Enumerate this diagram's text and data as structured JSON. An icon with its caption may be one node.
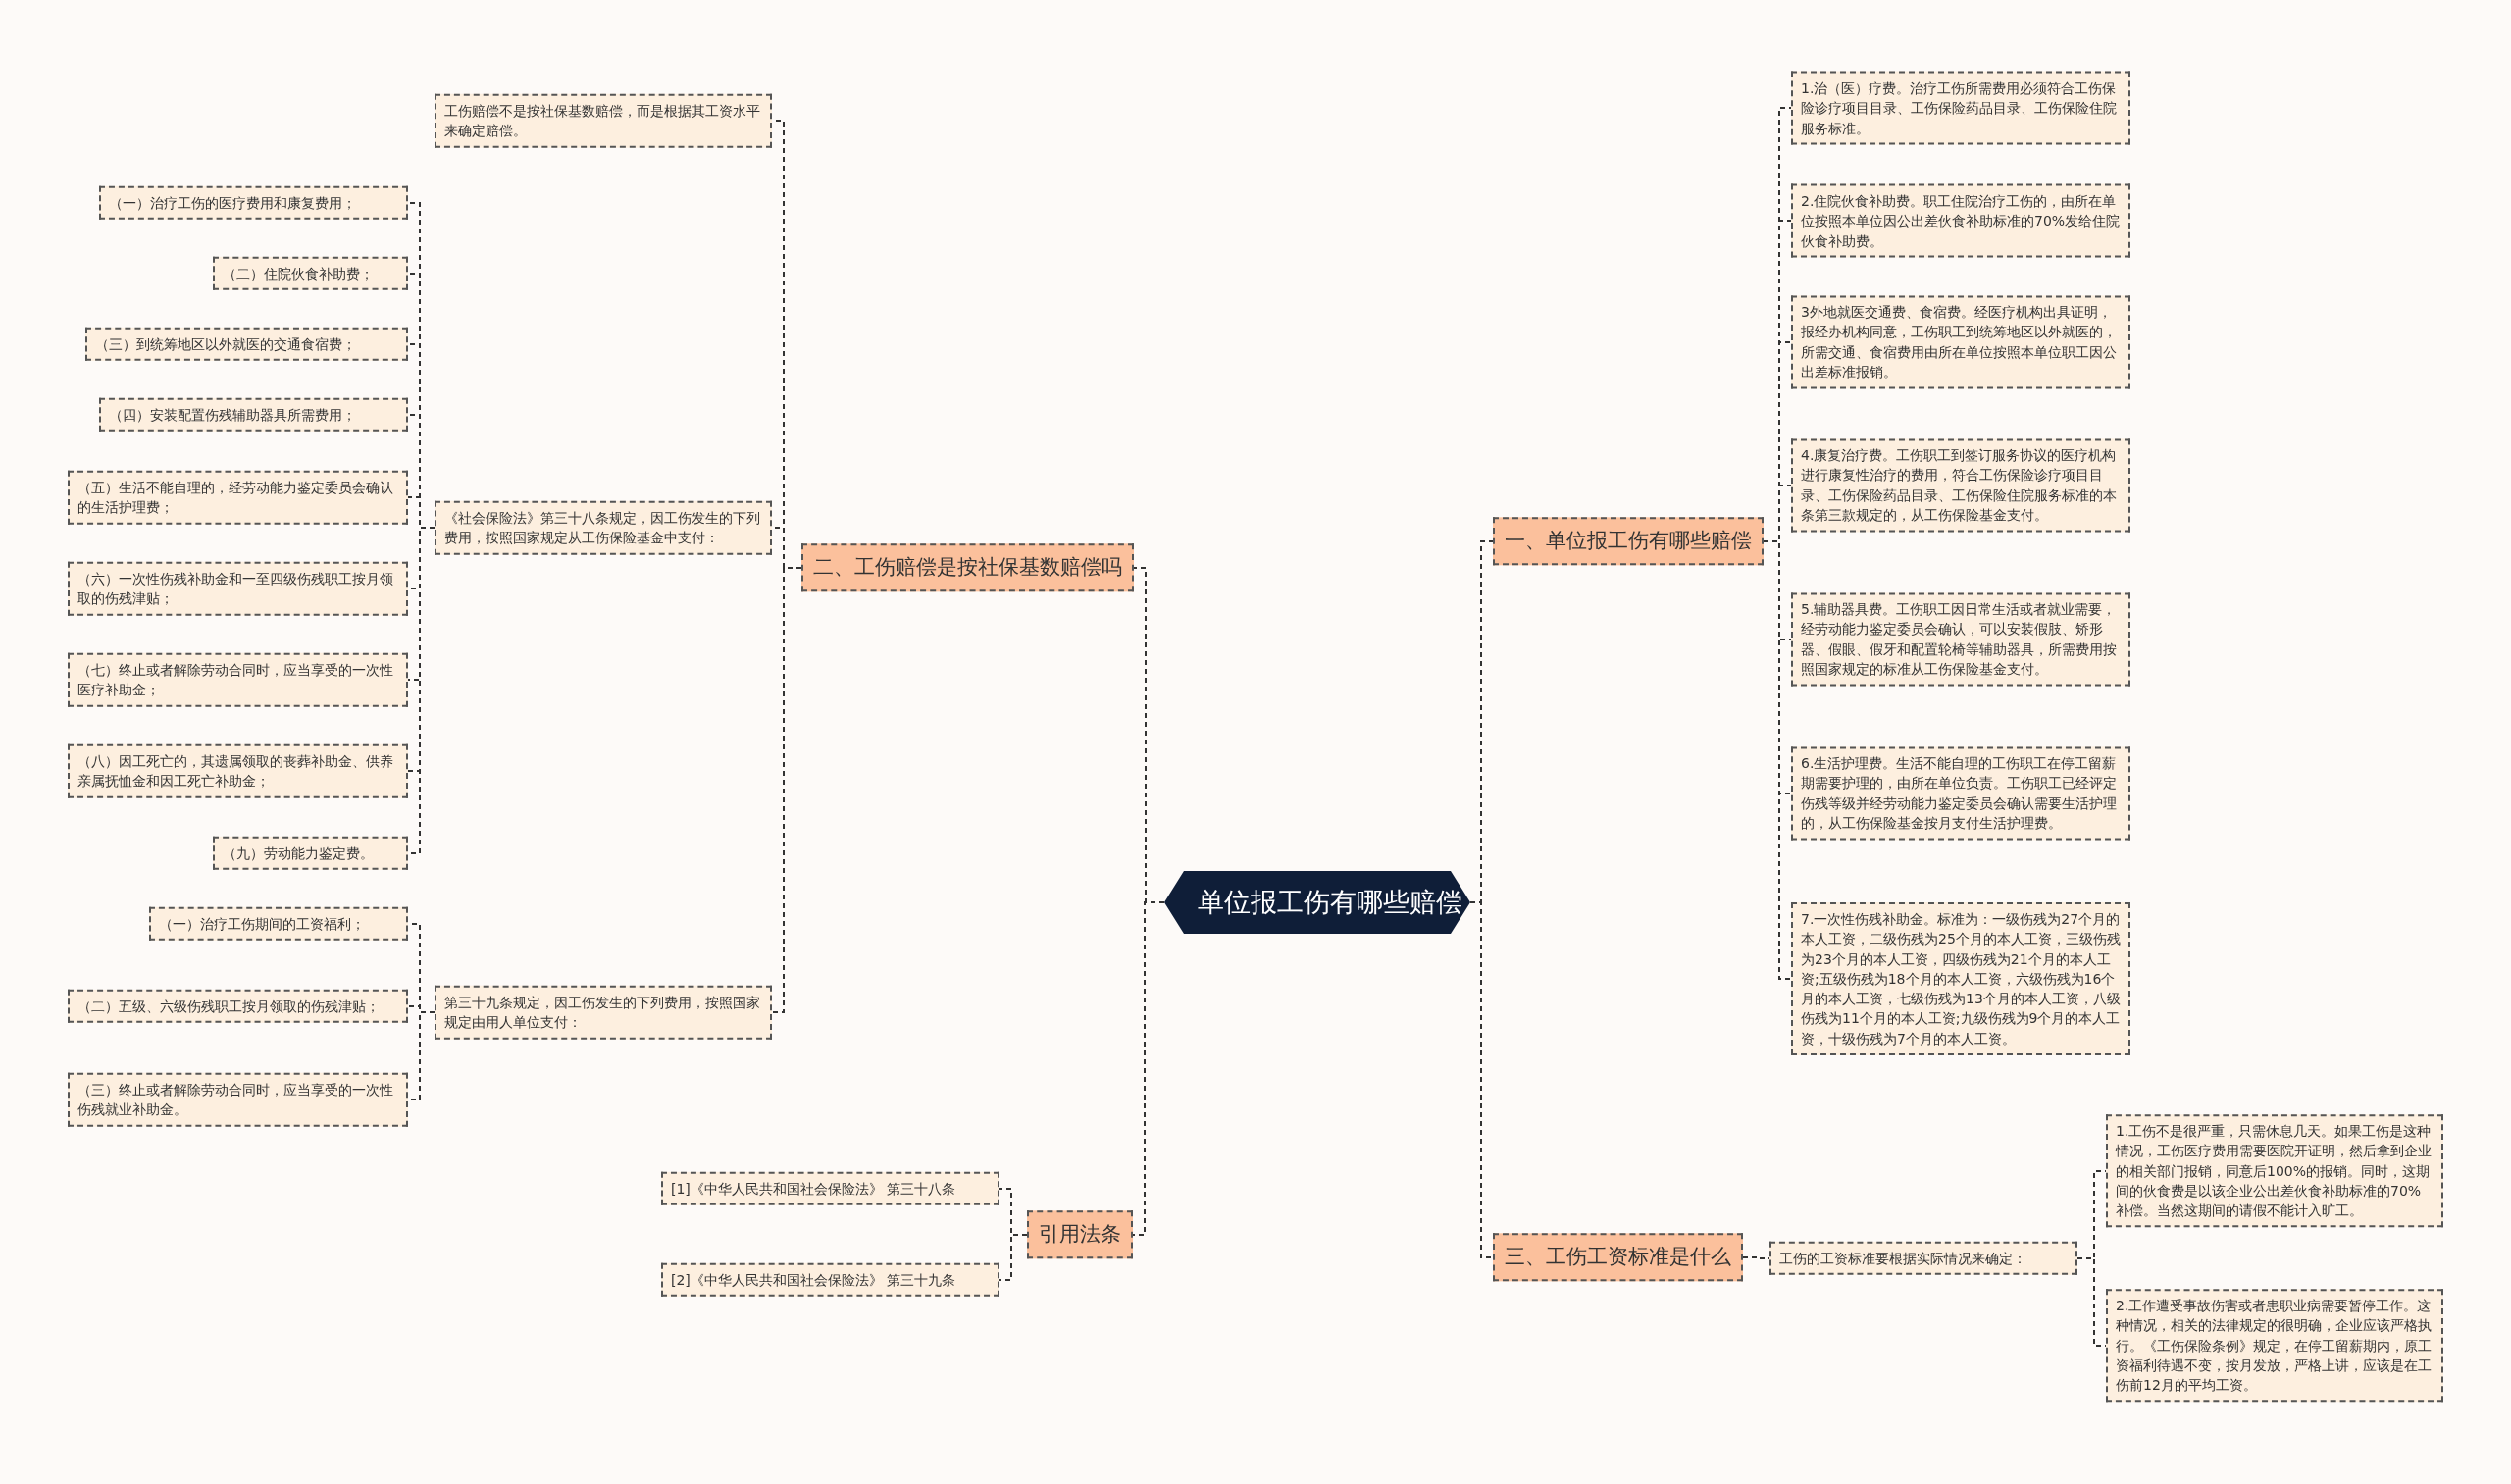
{
  "diagram": {
    "nodes": [
      {
        "text": [
          "单位报工伤有哪些赔偿"
        ]
      },
      {
        "text": [
          "一、单位报工伤有哪些赔偿"
        ]
      },
      {
        "text": [
          "1.治（医）疗费。治疗工伤所需费用必须符合工伤保险诊疗项目目录、工伤保险药品目录、工伤保险住院服务标准。"
        ]
      },
      {
        "text": [
          "2.住院伙食补助费。职工住院治疗工伤的，由所在单位按照本单位因公出差伙食补助标准的70%发给住院伙食补助费。"
        ]
      },
      {
        "text": [
          "3外地就医交通费、食宿费。经医疗机构出具证明，报经办机构同意，工伤职工到统筹地区以外就医的，所需交通、食宿费用由所在单位按照本单位职工因公出差标准报销。"
        ]
      },
      {
        "text": [
          "4.康复治疗费。工伤职工到签订服务协议的医疗机构进行康复性治疗的费用，符合工伤保险诊疗项目目录、工伤保险药品目录、工伤保险住院服务标准的本条第三款规定的，从工伤保险基金支付。"
        ]
      },
      {
        "text": [
          "5.辅助器具费。工伤职工因日常生活或者就业需要，经劳动能力鉴定委员会确认，可以安装假肢、矫形器、假眼、假牙和配置轮椅等辅助器具，所需费用按照国家规定的标准从工伤保险基金支付。"
        ]
      },
      {
        "text": [
          "6.生活护理费。生活不能自理的工伤职工在停工留薪期需要护理的，由所在单位负责。工伤职工已经评定伤残等级并经劳动能力鉴定委员会确认需要生活护理的，从工伤保险基金按月支付生活护理费。"
        ]
      },
      {
        "text": [
          "7.一次性伤残补助金。标准为：一级伤残为27个月的本人工资，二级伤残为25个月的本人工资，三级伤残为23个月的本人工资，四级伤残为21个月的本人工资;五级伤残为18个月的本人工资，六级伤残为16个月的本人工资，七级伤残为13个月的本人工资，八级伤残为11个月的本人工资;九级伤残为9个月的本人工资，十级伤残为7个月的本人工资。"
        ]
      },
      {
        "text": [
          "三、工伤工资标准是什么"
        ]
      },
      {
        "text": [
          "工伤的工资标准要根据实际情况来确定："
        ]
      },
      {
        "text": [
          "1.工伤不是很严重，只需休息几天。如果工伤是这种情况，工伤医疗费用需要医院开证明，然后拿到企业的相关部门报销，同意后100%的报销。同时，这期间的伙食费是以该企业公出差伙食补助标准的70%补偿。当然这期间的请假不能计入旷工。"
        ]
      },
      {
        "text": [
          "2.工作遭受事故伤害或者患职业病需要暂停工作。这种情况，相关的法律规定的很明确，企业应该严格执行。《工伤保险条例》规定，在停工留薪期内，原工资福利待遇不变，按月发放，严格上讲，应该是在工伤前12月的平均工资。"
        ]
      },
      {
        "text": [
          "二、工伤赔偿是按社保基数赔偿吗"
        ]
      },
      {
        "text": [
          "工伤赔偿不是按社保基数赔偿，而是根据其工资水平来确定赔偿。"
        ]
      },
      {
        "text": [
          "《社会保险法》第三十八条规定，因工伤发生的下列费用，按照国家规定从工伤保险基金中支付："
        ]
      },
      {
        "text": [
          "（一）治疗工伤的医疗费用和康复费用；"
        ]
      },
      {
        "text": [
          "（二）住院伙食补助费；"
        ]
      },
      {
        "text": [
          "（三）到统筹地区以外就医的交通食宿费；"
        ]
      },
      {
        "text": [
          "（四）安装配置伤残辅助器具所需费用；"
        ]
      },
      {
        "text": [
          "（五）生活不能自理的，经劳动能力鉴定委员会确认的生活护理费；"
        ]
      },
      {
        "text": [
          "（六）一次性伤残补助金和一至四级伤残职工按月领取的伤残津贴；"
        ]
      },
      {
        "text": [
          "（七）终止或者解除劳动合同时，应当享受的一次性医疗补助金；"
        ]
      },
      {
        "text": [
          "（八）因工死亡的，其遗属领取的丧葬补助金、供养亲属抚恤金和因工死亡补助金；"
        ]
      },
      {
        "text": [
          "（九）劳动能力鉴定费。"
        ]
      },
      {
        "text": [
          "第三十九条规定，因工伤发生的下列费用，按照国家规定由用人单位支付："
        ]
      },
      {
        "text": [
          "（一）治疗工伤期间的工资福利；"
        ]
      },
      {
        "text": [
          "（二）五级、六级伤残职工按月领取的伤残津贴；"
        ]
      },
      {
        "text": [
          "（三）终止或者解除劳动合同时，应当享受的一次性伤残就业补助金。"
        ]
      },
      {
        "text": [
          "引用法条"
        ]
      },
      {
        "text": [
          "[1]《中华人民共和国社会保险法》 第三十八条"
        ]
      },
      {
        "text": [
          "[2]《中华人民共和国社会保险法》 第三十九条"
        ]
      }
    ],
    "edges": [
      {
        "from": 0,
        "to": 1,
        "arrow": "none",
        "style": "dashed"
      },
      {
        "from": 1,
        "to": 2,
        "arrow": "none",
        "style": "dashed"
      },
      {
        "from": 1,
        "to": 3,
        "arrow": "none",
        "style": "dashed"
      },
      {
        "from": 1,
        "to": 4,
        "arrow": "none",
        "style": "dashed"
      },
      {
        "from": 1,
        "to": 5,
        "arrow": "none",
        "style": "dashed"
      },
      {
        "from": 1,
        "to": 6,
        "arrow": "none",
        "style": "dashed"
      },
      {
        "from": 1,
        "to": 7,
        "arrow": "none",
        "style": "dashed"
      },
      {
        "from": 1,
        "to": 8,
        "arrow": "none",
        "style": "dashed"
      },
      {
        "from": 0,
        "to": 9,
        "arrow": "none",
        "style": "dashed"
      },
      {
        "from": 9,
        "to": 10,
        "arrow": "none",
        "style": "dashed"
      },
      {
        "from": 10,
        "to": 11,
        "arrow": "none",
        "style": "dashed"
      },
      {
        "from": 10,
        "to": 12,
        "arrow": "none",
        "style": "dashed"
      },
      {
        "from": 0,
        "to": 13,
        "arrow": "none",
        "style": "dashed"
      },
      {
        "from": 13,
        "to": 14,
        "arrow": "none",
        "style": "dashed"
      },
      {
        "from": 13,
        "to": 15,
        "arrow": "none",
        "style": "dashed"
      },
      {
        "from": 15,
        "to": 16,
        "arrow": "none",
        "style": "dashed"
      },
      {
        "from": 15,
        "to": 17,
        "arrow": "none",
        "style": "dashed"
      },
      {
        "from": 15,
        "to": 18,
        "arrow": "none",
        "style": "dashed"
      },
      {
        "from": 15,
        "to": 19,
        "arrow": "none",
        "style": "dashed"
      },
      {
        "from": 15,
        "to": 20,
        "arrow": "none",
        "style": "dashed"
      },
      {
        "from": 15,
        "to": 21,
        "arrow": "none",
        "style": "dashed"
      },
      {
        "from": 15,
        "to": 22,
        "arrow": "none",
        "style": "dashed"
      },
      {
        "from": 15,
        "to": 23,
        "arrow": "none",
        "style": "dashed"
      },
      {
        "from": 15,
        "to": 24,
        "arrow": "none",
        "style": "dashed"
      },
      {
        "from": 13,
        "to": 25,
        "arrow": "none",
        "style": "dashed"
      },
      {
        "from": 25,
        "to": 26,
        "arrow": "none",
        "style": "dashed"
      },
      {
        "from": 25,
        "to": 27,
        "arrow": "none",
        "style": "dashed"
      },
      {
        "from": 25,
        "to": 28,
        "arrow": "none",
        "style": "dashed"
      },
      {
        "from": 0,
        "to": 29,
        "arrow": "none",
        "style": "dashed"
      },
      {
        "from": 29,
        "to": 30,
        "arrow": "none",
        "style": "dashed"
      },
      {
        "from": 29,
        "to": 31,
        "arrow": "none",
        "style": "dashed"
      }
    ]
  }
}
